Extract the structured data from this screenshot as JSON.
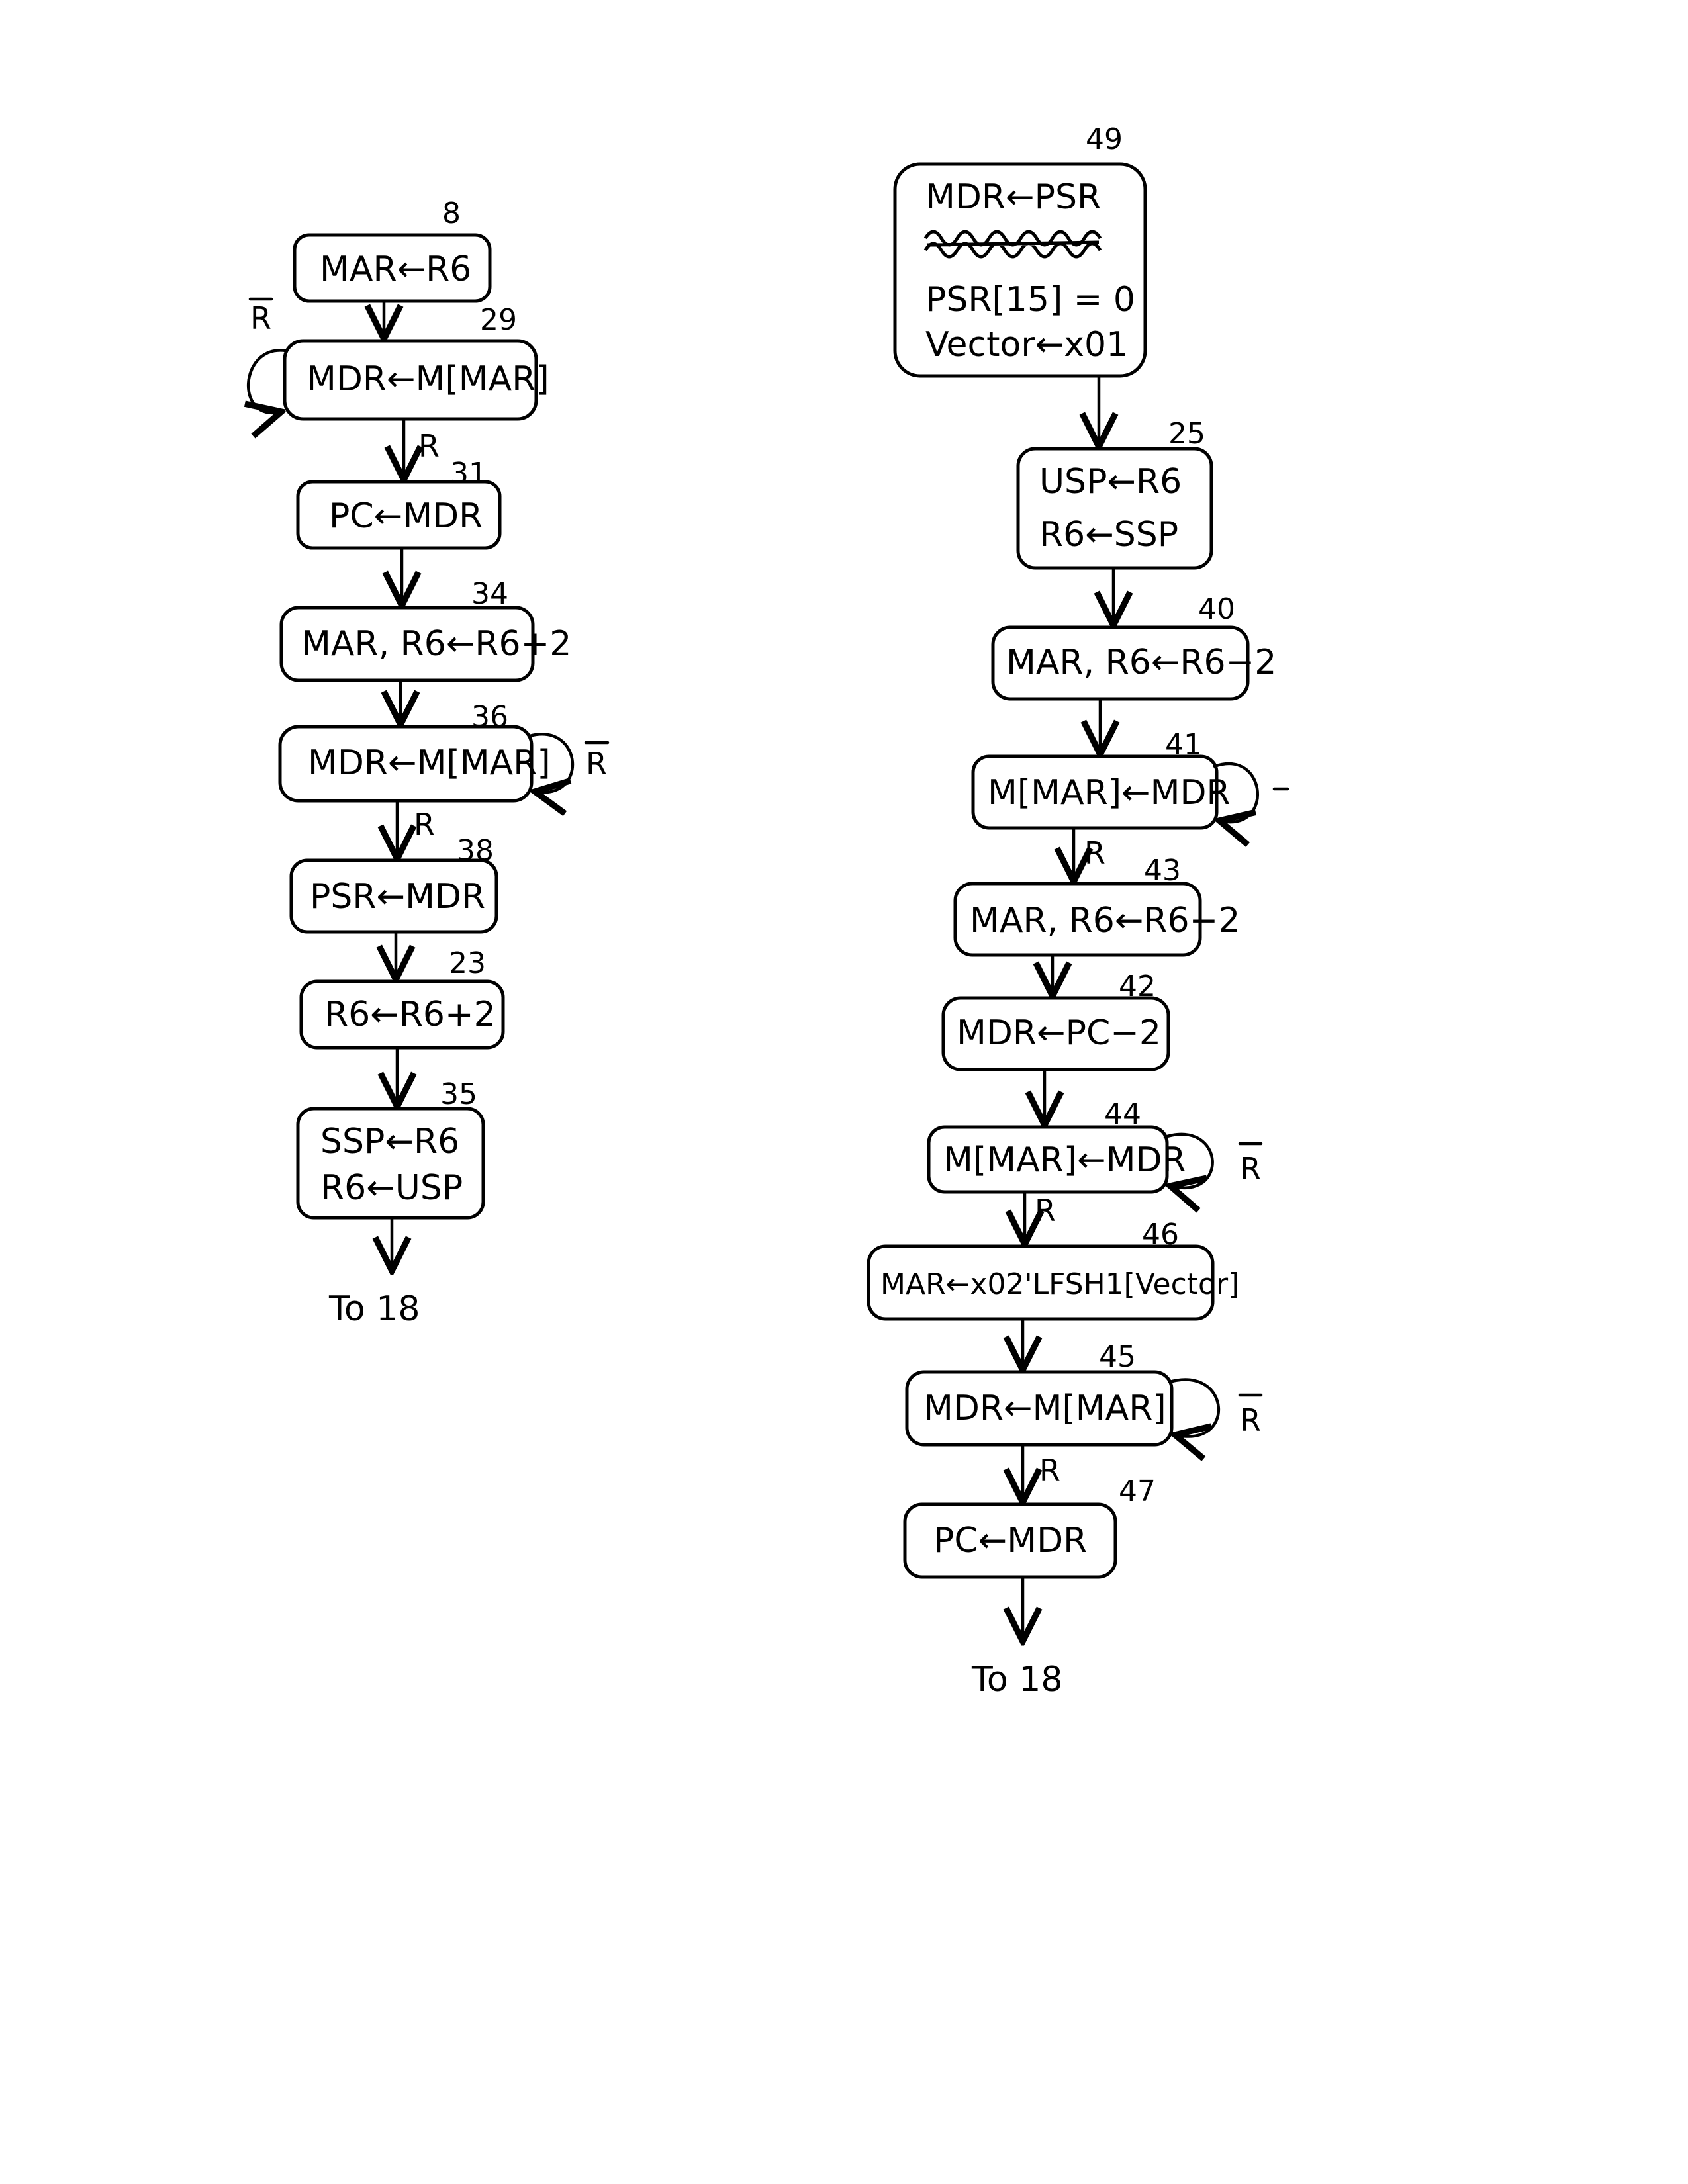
{
  "left_flow": {
    "states": [
      {
        "num": "8",
        "lines": [
          "MAR←R6"
        ]
      },
      {
        "num": "29",
        "lines": [
          "MDR←M[MAR]"
        ]
      },
      {
        "num": "31",
        "lines": [
          "PC←MDR"
        ]
      },
      {
        "num": "34",
        "lines": [
          "MAR, R6←R6+2"
        ]
      },
      {
        "num": "36",
        "lines": [
          "MDR←M[MAR]"
        ]
      },
      {
        "num": "38",
        "lines": [
          "PSR←MDR"
        ]
      },
      {
        "num": "23",
        "lines": [
          "R6←R6+2"
        ]
      },
      {
        "num": "35",
        "lines": [
          "SSP←R6",
          "R6←USP"
        ]
      }
    ],
    "terminal": "To 18"
  },
  "right_flow": {
    "states": [
      {
        "num": "49",
        "lines": [
          "MDR←PSR",
          "PSR[15] = 0",
          "Vector←x01"
        ]
      },
      {
        "num": "25",
        "lines": [
          "USP←R6",
          "R6←SSP"
        ]
      },
      {
        "num": "40",
        "lines": [
          "MAR, R6←R6−2"
        ]
      },
      {
        "num": "41",
        "lines": [
          "M[MAR]←MDR"
        ]
      },
      {
        "num": "43",
        "lines": [
          "MAR, R6←R6−2"
        ]
      },
      {
        "num": "42",
        "lines": [
          "MDR←PC−2"
        ]
      },
      {
        "num": "44",
        "lines": [
          "M[MAR]←MDR"
        ]
      },
      {
        "num": "46",
        "lines": [
          "MAR←x02'LFSH1[Vector]"
        ]
      },
      {
        "num": "45",
        "lines": [
          "MDR←M[MAR]"
        ]
      },
      {
        "num": "47",
        "lines": [
          "PC←MDR"
        ]
      }
    ],
    "terminal": "To 18"
  },
  "conditions": {
    "ready": "R",
    "not_ready": "R"
  }
}
